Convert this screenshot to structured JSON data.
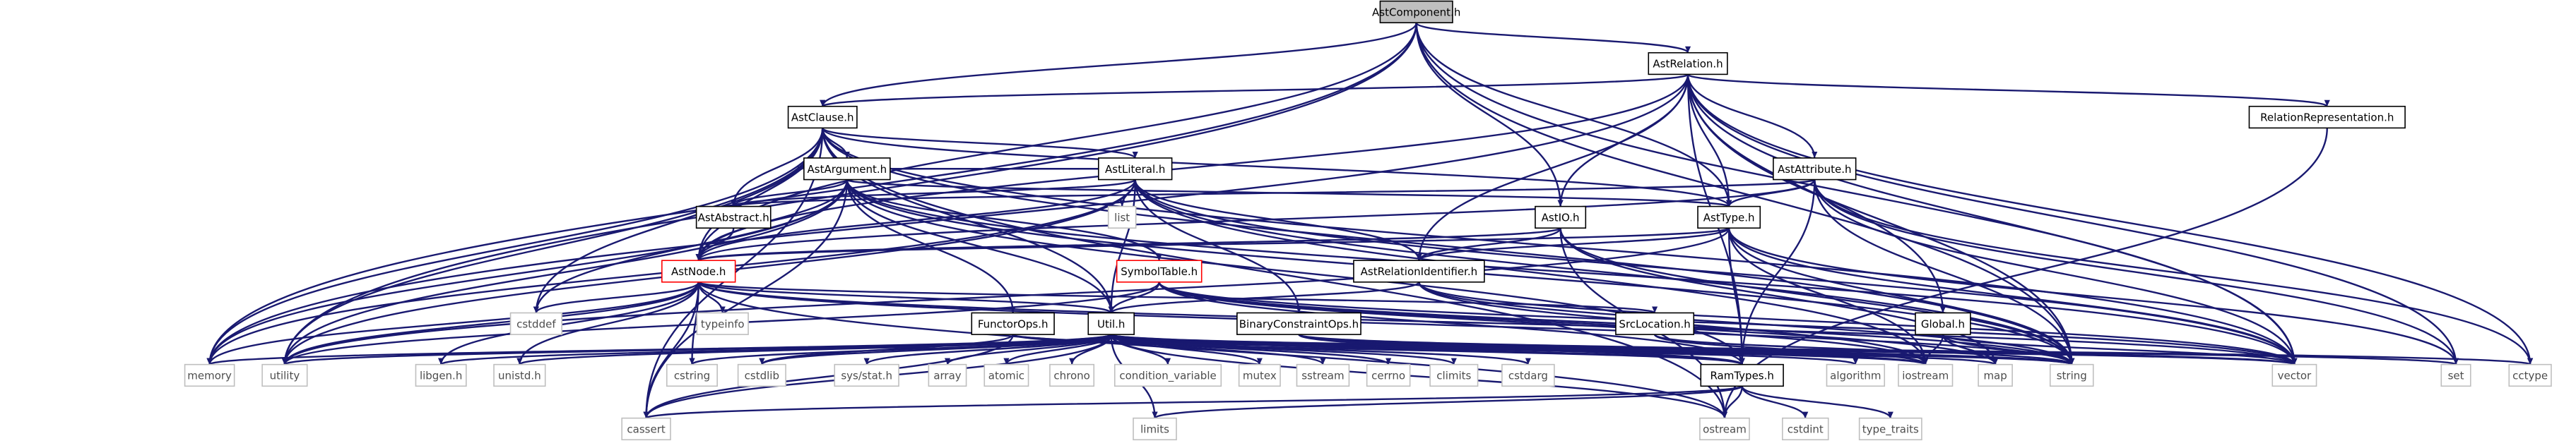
{
  "graph": {
    "title": "AstComponent.h",
    "colors": {
      "edge": "#191970",
      "root_fill": "#bfbfbf",
      "boxed_stroke": "#000000",
      "red_stroke": "#ff0000",
      "external_stroke": "#bfbfbf",
      "text": "#000000",
      "external_text": "#4d4d4d"
    },
    "nodes": {
      "AstComponent": {
        "label": "AstComponent.h",
        "kind": "root"
      },
      "AstRelation": {
        "label": "AstRelation.h",
        "kind": "boxed"
      },
      "AstClause": {
        "label": "AstClause.h",
        "kind": "boxed"
      },
      "RelationRepresentation": {
        "label": "RelationRepresentation.h",
        "kind": "boxed"
      },
      "AstAttribute": {
        "label": "AstAttribute.h",
        "kind": "boxed"
      },
      "AstArgument": {
        "label": "AstArgument.h",
        "kind": "boxed"
      },
      "AstLiteral": {
        "label": "AstLiteral.h",
        "kind": "boxed"
      },
      "AstAbstract": {
        "label": "AstAbstract.h",
        "kind": "boxed"
      },
      "AstIO": {
        "label": "AstIO.h",
        "kind": "boxed"
      },
      "AstType": {
        "label": "AstType.h",
        "kind": "boxed"
      },
      "AstNode": {
        "label": "AstNode.h",
        "kind": "red"
      },
      "SymbolTable": {
        "label": "SymbolTable.h",
        "kind": "red"
      },
      "AstRelationIdentifier": {
        "label": "AstRelationIdentifier.h",
        "kind": "boxed"
      },
      "FunctorOps": {
        "label": "FunctorOps.h",
        "kind": "boxed"
      },
      "Util": {
        "label": "Util.h",
        "kind": "boxed"
      },
      "BinaryConstraintOps": {
        "label": "BinaryConstraintOps.h",
        "kind": "boxed"
      },
      "SrcLocation": {
        "label": "SrcLocation.h",
        "kind": "boxed"
      },
      "Global": {
        "label": "Global.h",
        "kind": "boxed"
      },
      "RamTypes": {
        "label": "RamTypes.h",
        "kind": "boxed"
      },
      "list": {
        "label": "list",
        "kind": "external"
      },
      "typeinfo": {
        "label": "typeinfo",
        "kind": "external"
      },
      "cstddef": {
        "label": "cstddef",
        "kind": "external"
      },
      "memory": {
        "label": "memory",
        "kind": "external"
      },
      "utility": {
        "label": "utility",
        "kind": "external"
      },
      "libgen": {
        "label": "libgen.h",
        "kind": "external"
      },
      "unistd": {
        "label": "unistd.h",
        "kind": "external"
      },
      "cstring": {
        "label": "cstring",
        "kind": "external"
      },
      "cstdlib": {
        "label": "cstdlib",
        "kind": "external"
      },
      "sysstat": {
        "label": "sys/stat.h",
        "kind": "external"
      },
      "array": {
        "label": "array",
        "kind": "external"
      },
      "atomic": {
        "label": "atomic",
        "kind": "external"
      },
      "chrono": {
        "label": "chrono",
        "kind": "external"
      },
      "condition_variable": {
        "label": "condition_variable",
        "kind": "external"
      },
      "mutex": {
        "label": "mutex",
        "kind": "external"
      },
      "sstream": {
        "label": "sstream",
        "kind": "external"
      },
      "cerrno": {
        "label": "cerrno",
        "kind": "external"
      },
      "climits": {
        "label": "climits",
        "kind": "external"
      },
      "cstdarg": {
        "label": "cstdarg",
        "kind": "external"
      },
      "algorithm": {
        "label": "algorithm",
        "kind": "external"
      },
      "iostream": {
        "label": "iostream",
        "kind": "external"
      },
      "map": {
        "label": "map",
        "kind": "external"
      },
      "string": {
        "label": "string",
        "kind": "external"
      },
      "vector": {
        "label": "vector",
        "kind": "external"
      },
      "set": {
        "label": "set",
        "kind": "external"
      },
      "cctype": {
        "label": "cctype",
        "kind": "external"
      },
      "cassert": {
        "label": "cassert",
        "kind": "external"
      },
      "limits": {
        "label": "limits",
        "kind": "external"
      },
      "ostream": {
        "label": "ostream",
        "kind": "external"
      },
      "cstdint": {
        "label": "cstdint",
        "kind": "external"
      },
      "type_traits": {
        "label": "type_traits",
        "kind": "external"
      }
    },
    "edges": [
      [
        "AstComponent",
        "AstRelation"
      ],
      [
        "AstComponent",
        "AstClause"
      ],
      [
        "AstComponent",
        "AstIO"
      ],
      [
        "AstComponent",
        "AstType"
      ],
      [
        "AstComponent",
        "AstNode"
      ],
      [
        "AstComponent",
        "memory"
      ],
      [
        "AstComponent",
        "utility"
      ],
      [
        "AstComponent",
        "vector"
      ],
      [
        "AstComponent",
        "string"
      ],
      [
        "AstRelation",
        "AstClause"
      ],
      [
        "AstRelation",
        "RelationRepresentation"
      ],
      [
        "AstRelation",
        "AstAttribute"
      ],
      [
        "AstRelation",
        "AstIO"
      ],
      [
        "AstRelation",
        "AstType"
      ],
      [
        "AstRelation",
        "AstRelationIdentifier"
      ],
      [
        "AstRelation",
        "AstNode"
      ],
      [
        "AstRelation",
        "Global"
      ],
      [
        "AstRelation",
        "RamTypes"
      ],
      [
        "AstRelation",
        "set"
      ],
      [
        "AstRelation",
        "vector"
      ],
      [
        "AstRelation",
        "string"
      ],
      [
        "AstRelation",
        "cctype"
      ],
      [
        "AstRelation",
        "memory"
      ],
      [
        "AstClause",
        "AstArgument"
      ],
      [
        "AstClause",
        "AstLiteral"
      ],
      [
        "AstClause",
        "AstAbstract"
      ],
      [
        "AstClause",
        "AstNode"
      ],
      [
        "AstClause",
        "AstType"
      ],
      [
        "AstClause",
        "Util"
      ],
      [
        "AstClause",
        "cassert"
      ],
      [
        "AstClause",
        "cstddef"
      ],
      [
        "AstClause",
        "memory"
      ],
      [
        "AstClause",
        "utility"
      ],
      [
        "AstClause",
        "vector"
      ],
      [
        "AstClause",
        "string"
      ],
      [
        "AstClause",
        "ostream"
      ],
      [
        "AstArgument",
        "AstAbstract"
      ],
      [
        "AstArgument",
        "AstNode"
      ],
      [
        "AstArgument",
        "AstType"
      ],
      [
        "AstArgument",
        "FunctorOps"
      ],
      [
        "AstArgument",
        "SymbolTable"
      ],
      [
        "AstArgument",
        "Util"
      ],
      [
        "AstArgument",
        "RamTypes"
      ],
      [
        "AstArgument",
        "cassert"
      ],
      [
        "AstArgument",
        "cstddef"
      ],
      [
        "AstArgument",
        "memory"
      ],
      [
        "AstArgument",
        "utility"
      ],
      [
        "AstArgument",
        "vector"
      ],
      [
        "AstArgument",
        "string"
      ],
      [
        "AstLiteral",
        "AstAbstract"
      ],
      [
        "AstLiteral",
        "AstArgument"
      ],
      [
        "AstLiteral",
        "AstNode"
      ],
      [
        "AstLiteral",
        "AstRelationIdentifier"
      ],
      [
        "AstLiteral",
        "BinaryConstraintOps"
      ],
      [
        "AstLiteral",
        "Util"
      ],
      [
        "AstLiteral",
        "list"
      ],
      [
        "AstLiteral",
        "iostream"
      ],
      [
        "AstLiteral",
        "memory"
      ],
      [
        "AstLiteral",
        "string"
      ],
      [
        "AstLiteral",
        "vector"
      ],
      [
        "AstLiteral",
        "utility"
      ],
      [
        "AstAttribute",
        "AstNode"
      ],
      [
        "AstAttribute",
        "AstType"
      ],
      [
        "AstAttribute",
        "AstAbstract"
      ],
      [
        "AstAttribute",
        "RamTypes"
      ],
      [
        "AstAttribute",
        "string"
      ],
      [
        "AstAttribute",
        "vector"
      ],
      [
        "AstAttribute",
        "set"
      ],
      [
        "AstAttribute",
        "cctype"
      ],
      [
        "AstAbstract",
        "AstNode"
      ],
      [
        "AstIO",
        "AstNode"
      ],
      [
        "AstIO",
        "AstRelationIdentifier"
      ],
      [
        "AstIO",
        "map"
      ],
      [
        "AstIO",
        "string"
      ],
      [
        "AstIO",
        "ostream"
      ],
      [
        "AstType",
        "AstNode"
      ],
      [
        "AstType",
        "AstRelationIdentifier"
      ],
      [
        "AstType",
        "RamTypes"
      ],
      [
        "AstType",
        "iostream"
      ],
      [
        "AstType",
        "set"
      ],
      [
        "AstType",
        "string"
      ],
      [
        "AstType",
        "vector"
      ],
      [
        "AstType",
        "utility"
      ],
      [
        "AstNode",
        "SrcLocation"
      ],
      [
        "AstNode",
        "Util"
      ],
      [
        "AstNode",
        "typeinfo"
      ],
      [
        "AstNode",
        "cstddef"
      ],
      [
        "AstNode",
        "cassert"
      ],
      [
        "AstNode",
        "cstring"
      ],
      [
        "AstNode",
        "memory"
      ],
      [
        "AstNode",
        "utility"
      ],
      [
        "AstNode",
        "libgen"
      ],
      [
        "AstNode",
        "unistd"
      ],
      [
        "AstNode",
        "vector"
      ],
      [
        "AstNode",
        "string"
      ],
      [
        "AstNode",
        "ostream"
      ],
      [
        "SymbolTable",
        "Util"
      ],
      [
        "SymbolTable",
        "RamTypes"
      ],
      [
        "SymbolTable",
        "iostream"
      ],
      [
        "SymbolTable",
        "map"
      ],
      [
        "SymbolTable",
        "string"
      ],
      [
        "SymbolTable",
        "vector"
      ],
      [
        "SymbolTable",
        "utility"
      ],
      [
        "AstRelationIdentifier",
        "Util"
      ],
      [
        "AstRelationIdentifier",
        "iostream"
      ],
      [
        "AstRelationIdentifier",
        "string"
      ],
      [
        "AstRelationIdentifier",
        "vector"
      ],
      [
        "FunctorOps",
        "RamTypes"
      ],
      [
        "FunctorOps",
        "cassert"
      ],
      [
        "FunctorOps",
        "cstdlib"
      ],
      [
        "FunctorOps",
        "string"
      ],
      [
        "BinaryConstraintOps",
        "RamTypes"
      ],
      [
        "BinaryConstraintOps",
        "iostream"
      ],
      [
        "BinaryConstraintOps",
        "string"
      ],
      [
        "BinaryConstraintOps",
        "vector"
      ],
      [
        "SrcLocation",
        "string"
      ],
      [
        "SrcLocation",
        "iostream"
      ],
      [
        "Global",
        "map"
      ],
      [
        "Global",
        "string"
      ],
      [
        "Global",
        "vector"
      ],
      [
        "Global",
        "iostream"
      ],
      [
        "Util",
        "RamTypes"
      ],
      [
        "Util",
        "memory"
      ],
      [
        "Util",
        "utility"
      ],
      [
        "Util",
        "libgen"
      ],
      [
        "Util",
        "unistd"
      ],
      [
        "Util",
        "cstring"
      ],
      [
        "Util",
        "cstdlib"
      ],
      [
        "Util",
        "sysstat"
      ],
      [
        "Util",
        "array"
      ],
      [
        "Util",
        "atomic"
      ],
      [
        "Util",
        "chrono"
      ],
      [
        "Util",
        "condition_variable"
      ],
      [
        "Util",
        "mutex"
      ],
      [
        "Util",
        "sstream"
      ],
      [
        "Util",
        "cerrno"
      ],
      [
        "Util",
        "climits"
      ],
      [
        "Util",
        "cstdarg"
      ],
      [
        "Util",
        "algorithm"
      ],
      [
        "Util",
        "iostream"
      ],
      [
        "Util",
        "map"
      ],
      [
        "Util",
        "string"
      ],
      [
        "Util",
        "vector"
      ],
      [
        "Util",
        "set"
      ],
      [
        "Util",
        "cassert"
      ],
      [
        "Util",
        "limits"
      ],
      [
        "Util",
        "ostream"
      ],
      [
        "Util",
        "cctype"
      ],
      [
        "RamTypes",
        "cassert"
      ],
      [
        "RamTypes",
        "ostream"
      ],
      [
        "RamTypes",
        "limits"
      ],
      [
        "RamTypes",
        "cstdint"
      ],
      [
        "RamTypes",
        "type_traits"
      ],
      [
        "RelationRepresentation",
        "ostream"
      ]
    ]
  }
}
